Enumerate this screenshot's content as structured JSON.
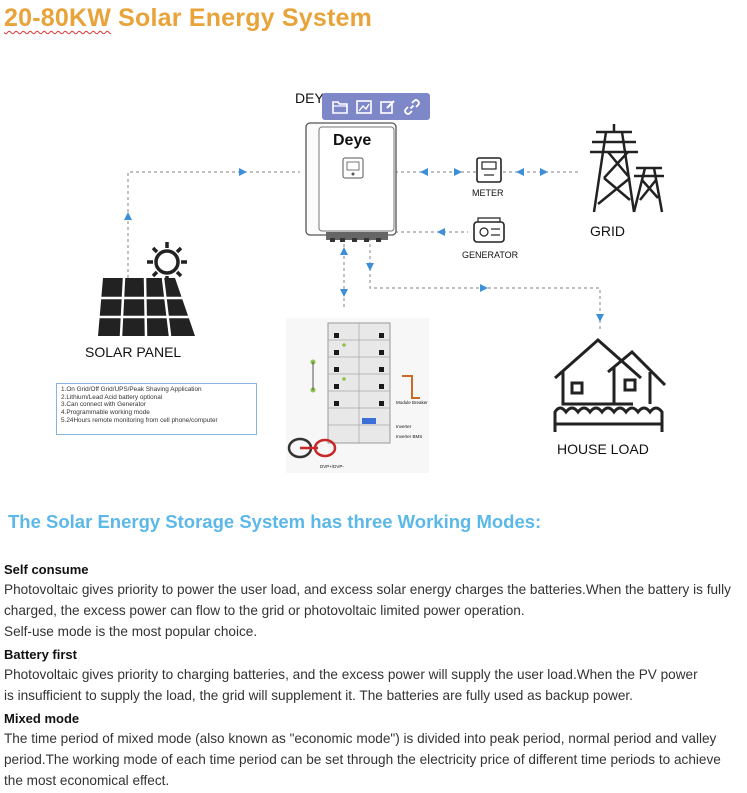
{
  "title_parts": [
    "20-80KW",
    " Solar  Energy System"
  ],
  "toolbar": {
    "icons": [
      "folder-icon",
      "image-icon",
      "edit-icon",
      "link-icon"
    ]
  },
  "diagram": {
    "inverter_label_partial": "DEY",
    "inverter_brand": "Deye",
    "meter_label": "METER",
    "grid_label": "GRID",
    "generator_label": "GENERATOR",
    "solar_label": "SOLAR PANEL",
    "house_label": "HOUSE LOAD",
    "features": [
      "1.On Grid/Off Grid/UPS/Peak Shaving Application",
      "2.Lithium/Lead Acid battery optional",
      "3.Can connect with Generator",
      "4.Programmable working mode",
      "5.24Hours remote monitoring from cell phone/computer"
    ],
    "battery_labels": [
      "Module Breaker",
      "Inverter",
      "Inverter BMS",
      "DVP+/DVP-"
    ]
  },
  "modes_heading": "The Solar Energy Storage System has three Working Modes:",
  "modes": [
    {
      "title": "Self consume",
      "lines": [
        "Photovoltaic gives priority to power the user load, and excess solar energy charges the batteries.When the battery is fully",
        "charged, the excess power can flow to the grid or photovoltaic limited power operation.",
        "Self-use mode is the most popular choice."
      ]
    },
    {
      "title": "Battery first",
      "lines": [
        "Photovoltaic gives priority to charging batteries, and the excess power will supply the user load.When the PV power",
        "is insufficient to supply the load, the grid will supplement it. The batteries are fully used as backup power."
      ]
    },
    {
      "title": "Mixed mode",
      "lines": [
        "The time period of mixed mode (also known as \"economic mode\") is divided into peak period, normal period and valley",
        "period.The working mode of each time period can be set through the electricity price of different time periods to achieve",
        "the most economical effect."
      ]
    }
  ],
  "colors": {
    "title": "#e8a33a",
    "heading": "#5bb8e8",
    "arrow": "#3d8fd8",
    "toolbar": "#7e87c7"
  }
}
